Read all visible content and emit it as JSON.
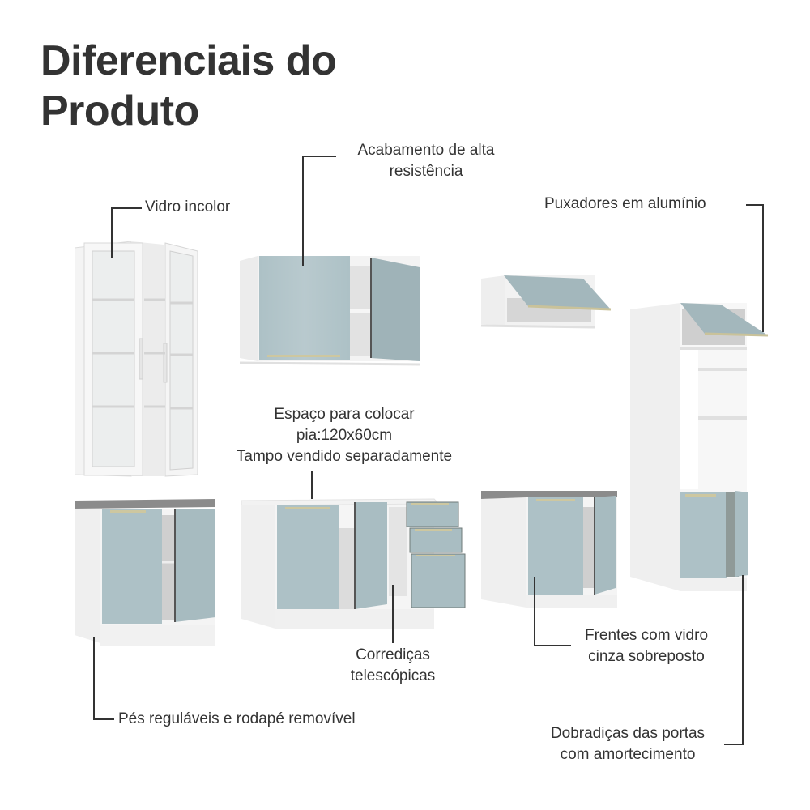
{
  "title": {
    "line1": "Diferenciais do",
    "line2": "Produto"
  },
  "features": {
    "vidro": {
      "text": "Vidro incolor"
    },
    "acabamento": {
      "line1": "Acabamento de alta",
      "line2": "resistência"
    },
    "puxadores": {
      "text": "Puxadores em alumínio"
    },
    "espaco": {
      "line1": "Espaço para colocar",
      "line2": "pia:120x60cm",
      "line3": "Tampo vendido separadamente"
    },
    "corredicas": {
      "line1": "Corrediças",
      "line2": "telescópicas"
    },
    "pes": {
      "text": "Pés reguláveis e rodapé removível"
    },
    "frentes": {
      "line1": "Frentes com vidro",
      "line2": "cinza sobreposto"
    },
    "dobradicas": {
      "line1": "Dobradiças das portas",
      "line2": "com amortecimento"
    }
  },
  "colors": {
    "text": "#333333",
    "door_glass": "#a9bec4",
    "carcass": "#f2f2f2",
    "countertop": "#8a8a8a",
    "handle": "#c9c29a"
  }
}
